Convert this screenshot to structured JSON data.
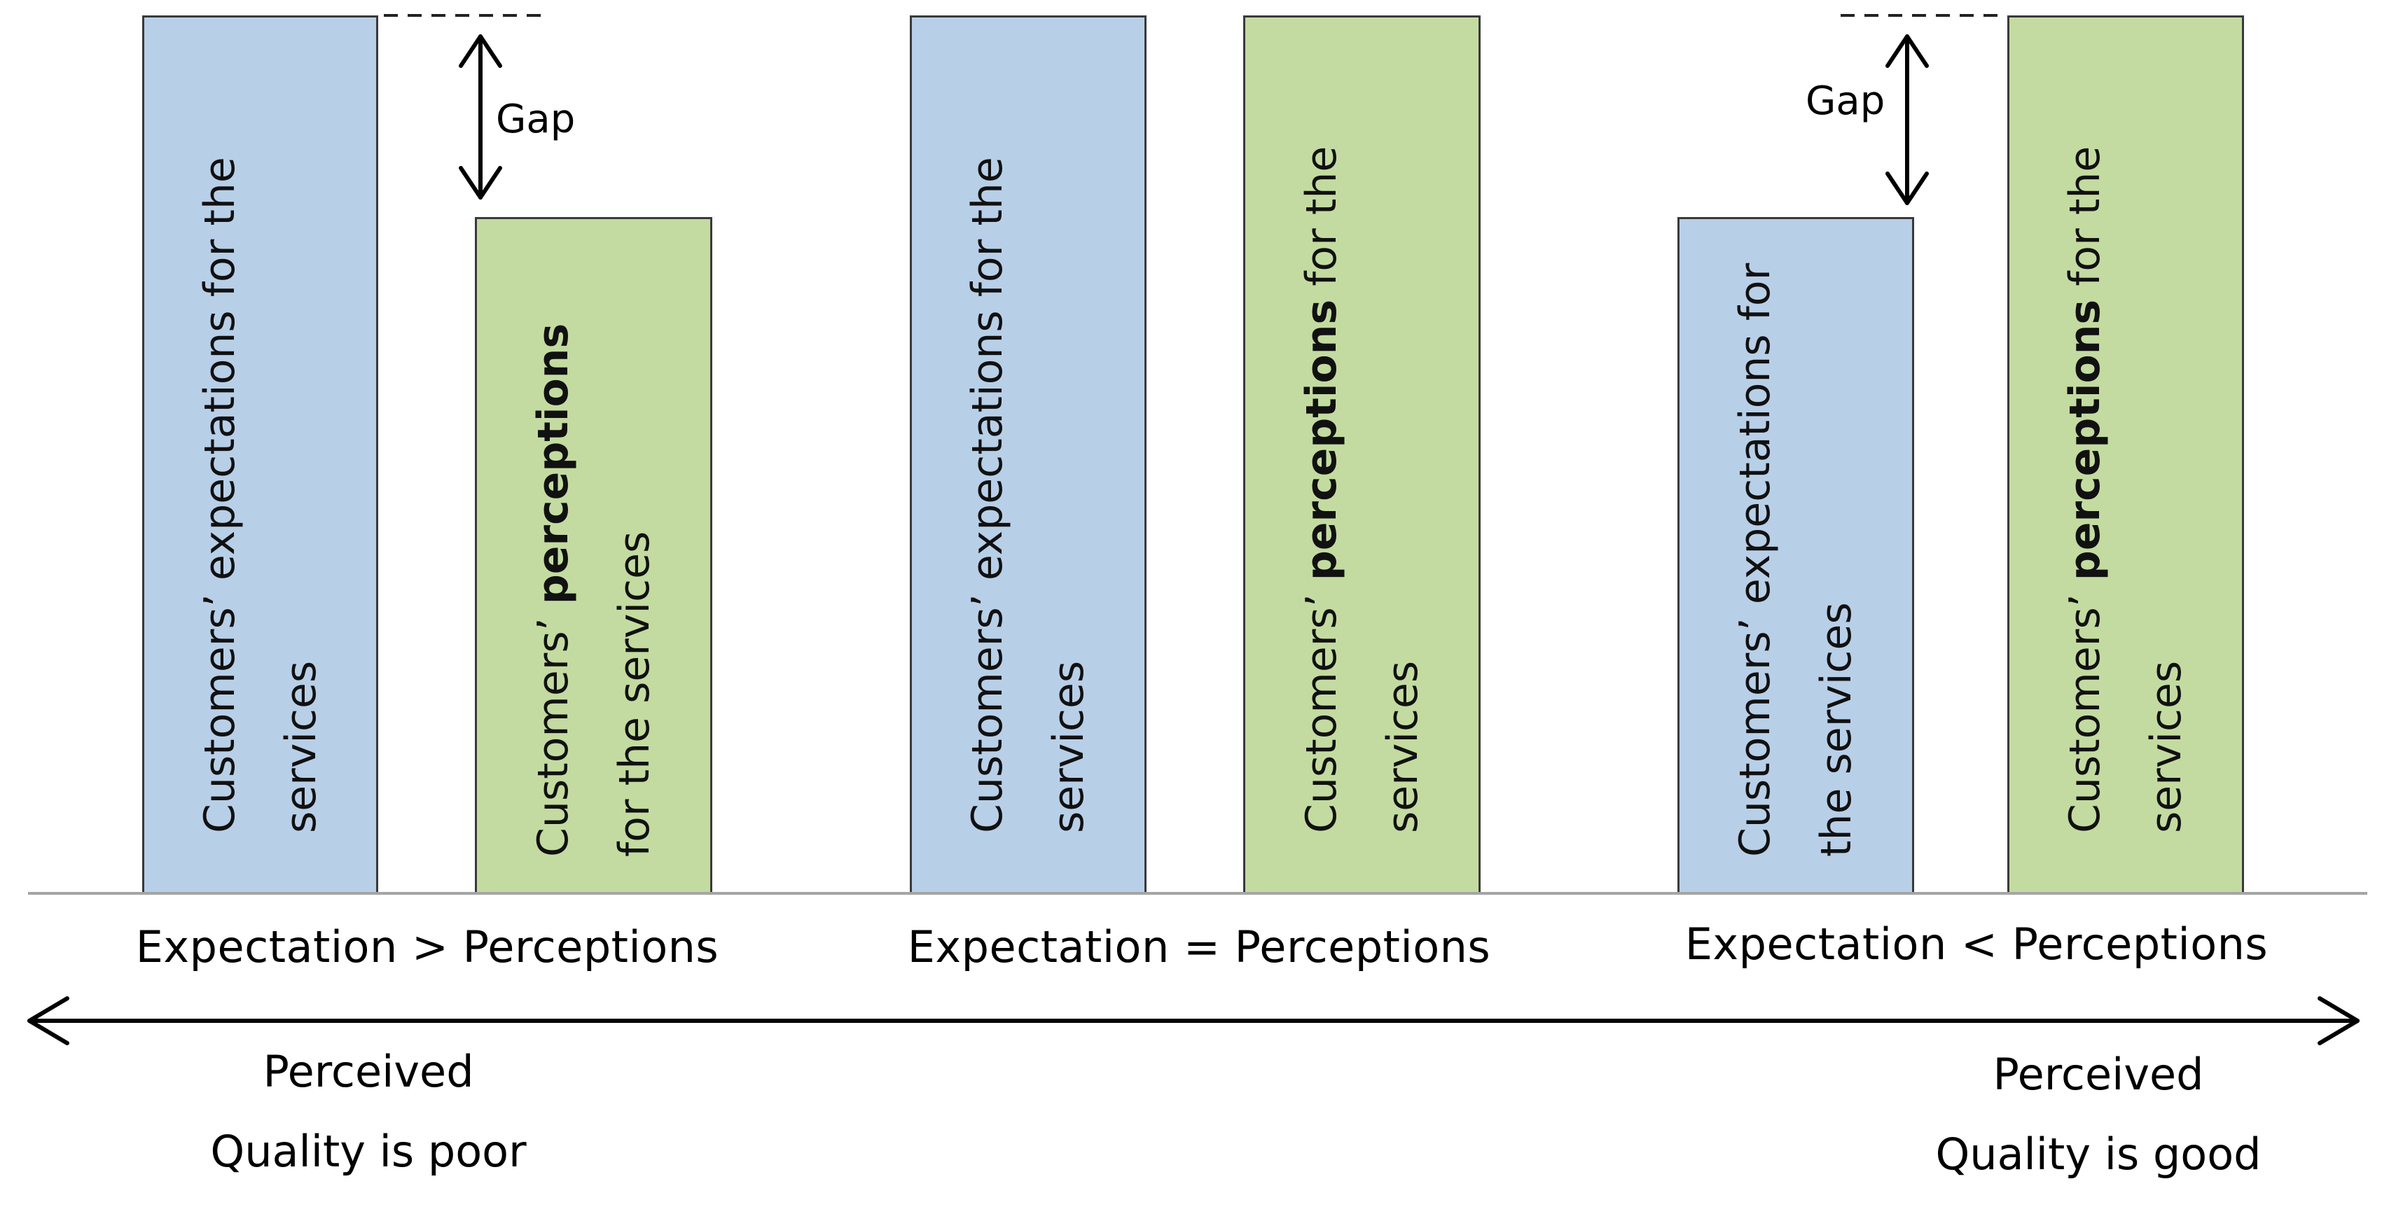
{
  "colors": {
    "expectation_fill": "#b8cfe8",
    "perception_fill": "#c3dba0",
    "bar_border": "#3a3a3a",
    "baseline": "#a5a5a5"
  },
  "groups": [
    {
      "expectation_bar": {
        "prefix": "Customers’ expectations for the services",
        "bold": "",
        "suffix": ""
      },
      "perception_bar": {
        "prefix": "Customers’ ",
        "bold": "perceptions",
        "suffix": " for the services"
      },
      "caption": "Expectation > Perceptions",
      "gap_label": "Gap"
    },
    {
      "expectation_bar": {
        "prefix": "Customers’ expectations for the services",
        "bold": "",
        "suffix": ""
      },
      "perception_bar": {
        "prefix": "Customers’ ",
        "bold": "perceptions",
        "suffix": " for the services"
      },
      "caption": "Expectation = Perceptions"
    },
    {
      "expectation_bar": {
        "prefix": "Customers’ expectations for the services",
        "bold": "",
        "suffix": ""
      },
      "perception_bar": {
        "prefix": "Customers’ ",
        "bold": "perceptions",
        "suffix": " for the services"
      },
      "caption": "Expectation < Perceptions",
      "gap_label": "Gap"
    }
  ],
  "scale": {
    "left_line1": "Perceived",
    "left_line2": "Quality is poor",
    "right_line1": "Perceived",
    "right_line2": "Quality is good"
  }
}
